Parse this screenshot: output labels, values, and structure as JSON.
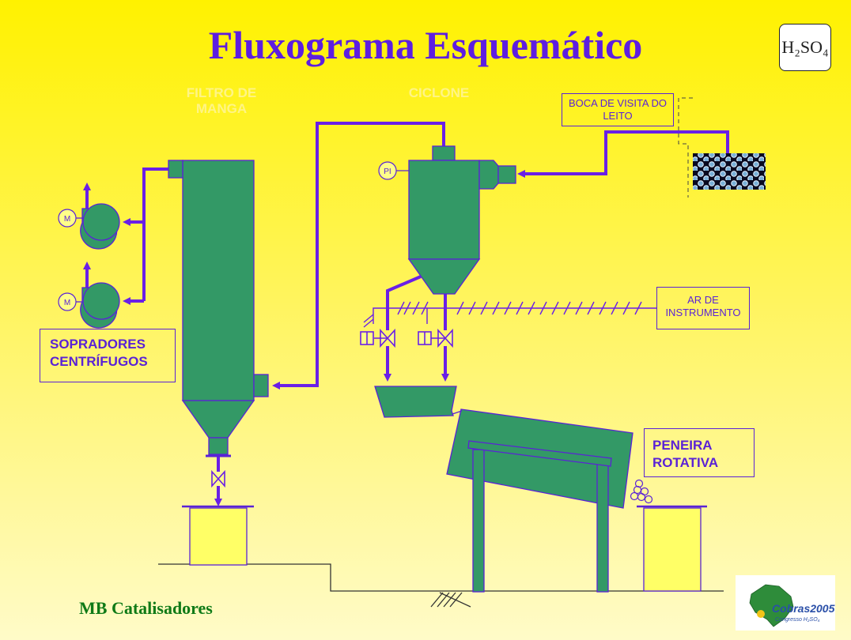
{
  "slide": {
    "title": "Fluxograma Esquemático",
    "formula_badge": "H₂SO₄",
    "company": "MB Catalisadores"
  },
  "labels": {
    "filtro_de_manga": "FILTRO DE MANGA",
    "ciclone": "CICLONE",
    "boca_de_visita": "BOCA DE VISITA DO LEITO",
    "ar_de_instrumento": "AR DE INSTRUMENTO",
    "sopradores": "SOPRADORES CENTRÍFUGOS",
    "peneira": "PENEIRA ROTATIVA"
  },
  "instruments": {
    "motor_1": "M",
    "motor_2": "M",
    "pressure_indicator": "PI"
  },
  "logo": {
    "text": "Cobras2005",
    "subtitle": "Congresso H₂SO₄"
  },
  "colors": {
    "equipment_fill": "#339966",
    "line_purple": "#6a1fe6",
    "title_purple": "#5d1ee0",
    "container_fill": "#ffff66",
    "company_green": "#0f7a17"
  }
}
